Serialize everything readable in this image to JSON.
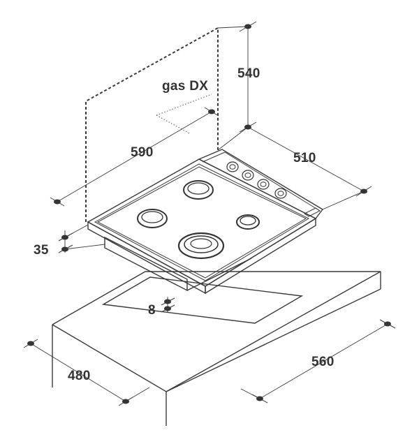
{
  "dimensions": {
    "height_540": "540",
    "gas_dx": "gas DX",
    "width_590": "590",
    "depth_510": "510",
    "height_35": "35",
    "gap_8": "8",
    "cutout_560": "560",
    "cutout_480": "480"
  }
}
